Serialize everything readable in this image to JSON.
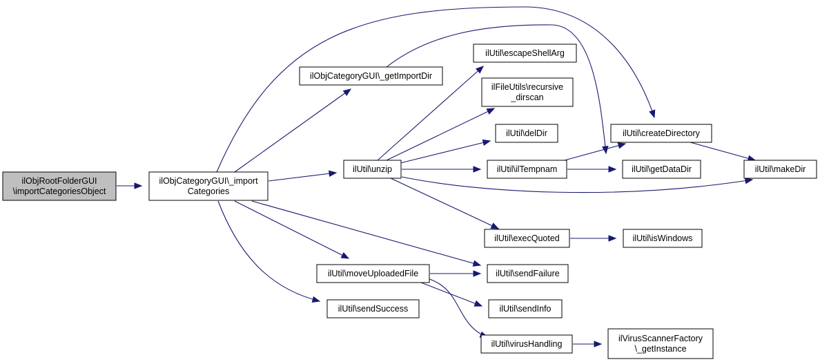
{
  "diagram": {
    "nodes": [
      {
        "id": "root",
        "lines": [
          "ilObjRootFolderGUI",
          "\\importCategoriesObject"
        ],
        "highlighted": true
      },
      {
        "id": "importCategories",
        "lines": [
          "ilObjCategoryGUI\\_import",
          "Categories"
        ]
      },
      {
        "id": "getImportDir",
        "lines": [
          "ilObjCategoryGUI\\_getImportDir"
        ]
      },
      {
        "id": "unzip",
        "lines": [
          "ilUtil\\unzip"
        ]
      },
      {
        "id": "moveUploadedFile",
        "lines": [
          "ilUtil\\moveUploadedFile"
        ]
      },
      {
        "id": "sendSuccess",
        "lines": [
          "ilUtil\\sendSuccess"
        ]
      },
      {
        "id": "escapeShellArg",
        "lines": [
          "ilUtil\\escapeShellArg"
        ]
      },
      {
        "id": "recursiveDirscan",
        "lines": [
          "ilFileUtils\\recursive",
          "_dirscan"
        ]
      },
      {
        "id": "delDir",
        "lines": [
          "ilUtil\\delDir"
        ]
      },
      {
        "id": "ilTempnam",
        "lines": [
          "ilUtil\\ilTempnam"
        ]
      },
      {
        "id": "execQuoted",
        "lines": [
          "ilUtil\\execQuoted"
        ]
      },
      {
        "id": "sendFailure",
        "lines": [
          "ilUtil\\sendFailure"
        ]
      },
      {
        "id": "sendInfo",
        "lines": [
          "ilUtil\\sendInfo"
        ]
      },
      {
        "id": "virusHandling",
        "lines": [
          "ilUtil\\virusHandling"
        ]
      },
      {
        "id": "createDirectory",
        "lines": [
          "ilUtil\\createDirectory"
        ]
      },
      {
        "id": "getDataDir",
        "lines": [
          "ilUtil\\getDataDir"
        ]
      },
      {
        "id": "isWindows",
        "lines": [
          "ilUtil\\isWindows"
        ]
      },
      {
        "id": "virusScannerFactory",
        "lines": [
          "ilVirusScannerFactory",
          "\\_getInstance"
        ]
      },
      {
        "id": "makeDir",
        "lines": [
          "ilUtil\\makeDir"
        ]
      }
    ],
    "edges": [
      {
        "from": "root",
        "to": "importCategories"
      },
      {
        "from": "importCategories",
        "to": "getImportDir"
      },
      {
        "from": "importCategories",
        "to": "unzip"
      },
      {
        "from": "importCategories",
        "to": "createDirectory"
      },
      {
        "from": "importCategories",
        "to": "moveUploadedFile"
      },
      {
        "from": "importCategories",
        "to": "sendFailure"
      },
      {
        "from": "importCategories",
        "to": "sendSuccess"
      },
      {
        "from": "getImportDir",
        "to": "getDataDir"
      },
      {
        "from": "unzip",
        "to": "escapeShellArg"
      },
      {
        "from": "unzip",
        "to": "recursiveDirscan"
      },
      {
        "from": "unzip",
        "to": "delDir"
      },
      {
        "from": "unzip",
        "to": "ilTempnam"
      },
      {
        "from": "unzip",
        "to": "makeDir"
      },
      {
        "from": "unzip",
        "to": "execQuoted"
      },
      {
        "from": "ilTempnam",
        "to": "createDirectory"
      },
      {
        "from": "ilTempnam",
        "to": "getDataDir"
      },
      {
        "from": "createDirectory",
        "to": "makeDir"
      },
      {
        "from": "execQuoted",
        "to": "isWindows"
      },
      {
        "from": "moveUploadedFile",
        "to": "sendFailure"
      },
      {
        "from": "moveUploadedFile",
        "to": "sendInfo"
      },
      {
        "from": "moveUploadedFile",
        "to": "virusHandling"
      },
      {
        "from": "virusHandling",
        "to": "virusScannerFactory"
      }
    ],
    "colors": {
      "edge": "#191970",
      "root_fill": "#bfbfbf",
      "node_fill": "#ffffff",
      "border": "#000000"
    }
  }
}
